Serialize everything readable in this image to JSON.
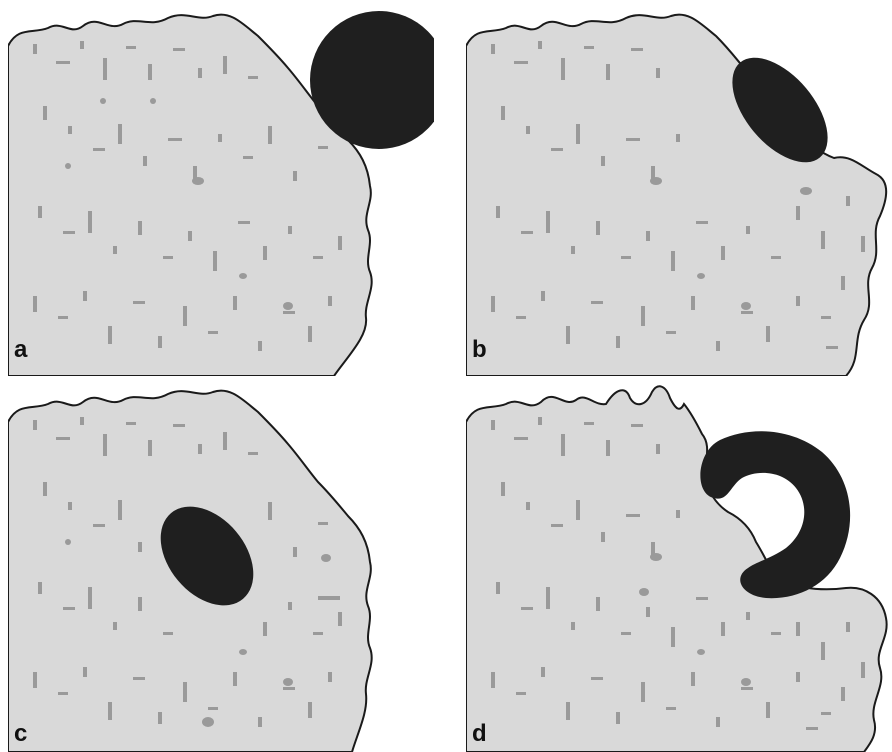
{
  "panels": [
    {
      "id": "a",
      "label": "a",
      "particle": "sphere-outside-cell"
    },
    {
      "id": "b",
      "label": "b",
      "particle": "elongated-ellipse-attached-to-membrane"
    },
    {
      "id": "c",
      "label": "c",
      "particle": "ellipse-internalized-in-cytoplasm"
    },
    {
      "id": "d",
      "label": "d",
      "particle": "crescent-shape-wrapping-membrane"
    }
  ],
  "colors": {
    "cell_fill": "#d9d9d9",
    "cell_outline": "#1a1a1a",
    "speckle": "#9a9a9a",
    "particle": "#1f1f1f",
    "background": "#ffffff"
  }
}
